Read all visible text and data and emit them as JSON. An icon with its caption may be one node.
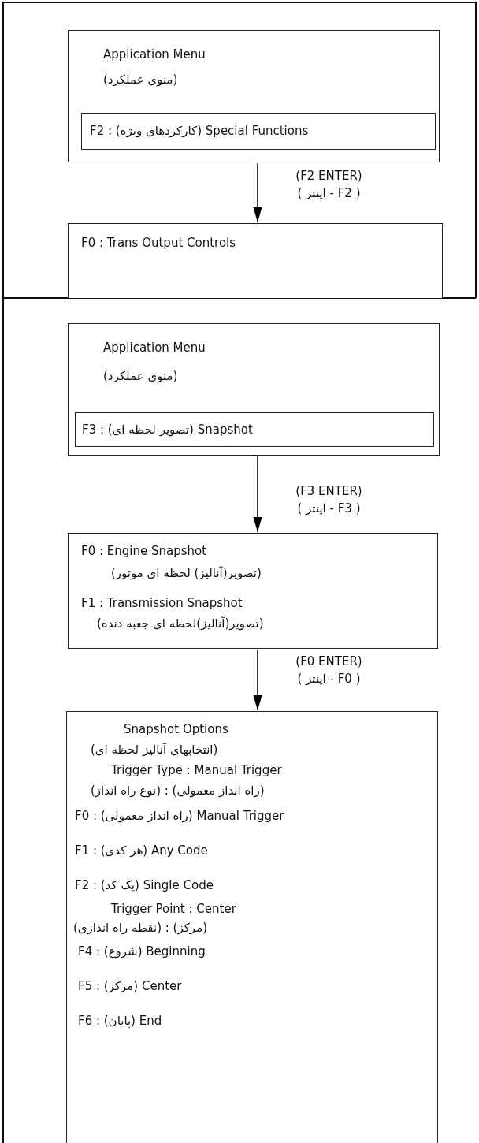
{
  "diagram": {
    "nodes": [
      {
        "text": [
          "Application Menu",
          "(منوی عملکرد)"
        ]
      },
      {
        "text": [
          "F2 : (کارکردهای ویژه) Special Functions"
        ],
        "in": 0
      },
      {
        "text": [
          "F0 : Trans Output Controls"
        ]
      },
      {
        "text": [
          "Application Menu",
          "(منوی عملکرد)"
        ]
      },
      {
        "text": [
          "F3 : (تصویر لحظه ای) Snapshot"
        ],
        "in": 3
      },
      {
        "text": [
          "F0 : Engine Snapshot",
          "(تصویر(آنالیز) لحظه ای موتور)",
          "F1 : Transmission Snapshot",
          "(تصویر(آنالیز)لحظه ای جعبه دنده)"
        ]
      },
      {
        "text": [
          "Snapshot Options",
          "(انتخابهای آنالیز لحظه ای)",
          "Trigger Type : Manual Trigger",
          "(نوع راه انداز) : (راه انداز معمولی)",
          "F0 : (راه انداز معمولی) Manual Trigger",
          "F1 : (هر کدی) Any Code",
          "F2 : (یک کد) Single Code",
          "Trigger Point : Center",
          "(نقطه راه اندازی) : (مرکز)",
          "F4 : (شروع) Beginning",
          "F5 : (مرکز) Center",
          "F6 : (پایان) End"
        ]
      }
    ],
    "edges": [
      {
        "from": 0,
        "to": 2,
        "arrow": "to",
        "label": "(F2 ENTER) ( اینتر - F2 )"
      },
      {
        "from": 3,
        "to": 5,
        "arrow": "to",
        "label": "(F3 ENTER) ( اینتر - F3 )"
      },
      {
        "from": 5,
        "to": 6,
        "arrow": "to",
        "label": "(F0 ENTER) ( اینتر - F0 )"
      }
    ]
  }
}
